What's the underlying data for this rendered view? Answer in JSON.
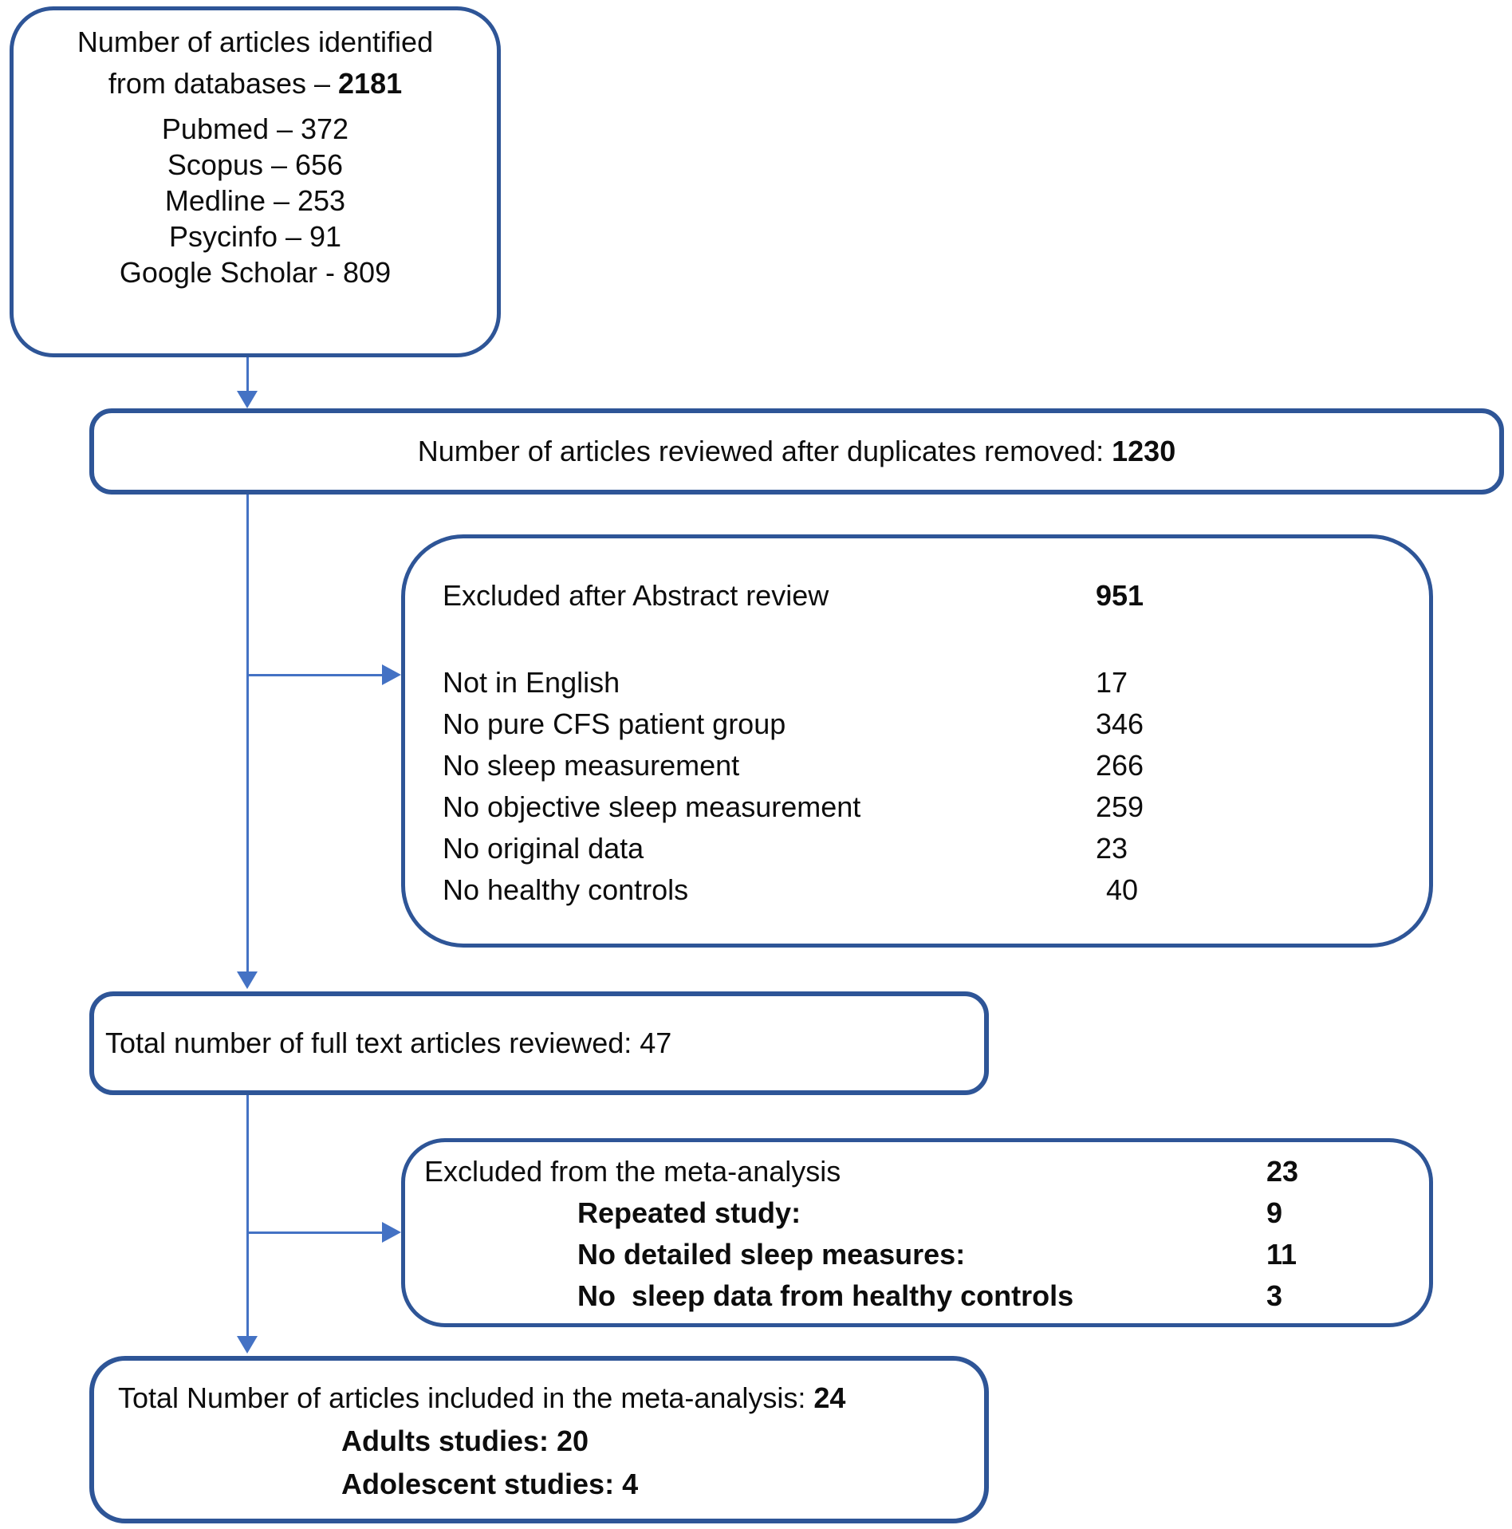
{
  "diagram": {
    "colors": {
      "box_border": "#2e5597",
      "connector": "#4472c4",
      "text": "#0d0d0d",
      "background": "#ffffff"
    },
    "identified_box": {
      "title_line1": "Number of articles identified",
      "title_line2_prefix": "from databases – ",
      "title_line2_value": "2181",
      "items": [
        "Pubmed – 372",
        "Scopus – 656",
        "Medline – 253",
        "Psycinfo – 91",
        "Google Scholar - 809"
      ]
    },
    "duplicates_box": {
      "label": "Number of articles reviewed after duplicates removed: ",
      "value": "1230"
    },
    "abstract_excluded_box": {
      "header": {
        "label": "Excluded after Abstract review",
        "value": "951"
      },
      "rows": [
        {
          "label": "Not in English",
          "value": "17"
        },
        {
          "label": "No pure CFS patient group",
          "value": "346"
        },
        {
          "label": "No sleep measurement",
          "value": "266"
        },
        {
          "label": "No objective sleep measurement",
          "value": "259"
        },
        {
          "label": "No original data",
          "value": "23"
        },
        {
          "label": "No healthy controls",
          "value": "40"
        }
      ]
    },
    "fulltext_box": {
      "label": "Total number of full text articles reviewed: 47"
    },
    "meta_excluded_box": {
      "header": {
        "label": "Excluded from the meta-analysis",
        "value": "23"
      },
      "rows": [
        {
          "label": "Repeated study:",
          "value": "9"
        },
        {
          "label": "No detailed sleep measures:",
          "value": "11"
        },
        {
          "label": "No  sleep data from healthy controls",
          "value": "3"
        }
      ]
    },
    "included_box": {
      "line1_prefix": "Total Number of articles included in the meta-analysis: ",
      "line1_value": "24",
      "sub_lines": [
        "Adults studies: 20",
        "Adolescent studies: 4"
      ]
    }
  }
}
